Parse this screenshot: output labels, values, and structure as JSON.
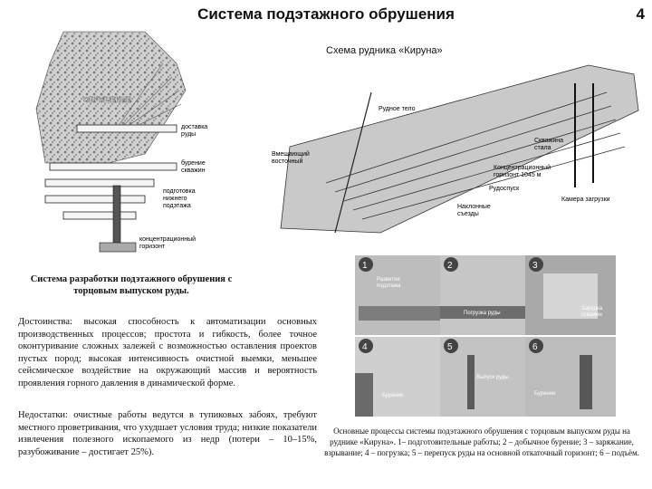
{
  "header": {
    "title": "Система подэтажного обрушения",
    "page_number": "4"
  },
  "scheme": {
    "title": "Схема рудника «Кируна»",
    "labels": {
      "ore_body": "Рудное тело",
      "waste_hanging": "Вмещающий\nвосточный",
      "drilling_fan": "Скважина\nстала",
      "conc_horizon": "Концентрационный\nгоризонт 1045 м",
      "ore_pass": "Рудоспуск",
      "ramps": "Наклонные\nсъезды",
      "loading_chamber": "Камера загрузки"
    }
  },
  "left_diagram": {
    "labels": {
      "caving": "ОБРУШЕНИЕ",
      "ore_loading": "доставка\nруды",
      "drilling": "бурение\nскважин",
      "prep": "подготовка\nнижнего\nподэтажа",
      "conc_horizon": "концентрационный\nгоризонт"
    },
    "caption": "Система разработки подэтажного обрушения с торцовым выпуском руды."
  },
  "text": {
    "advantages": "Достоинства: высокая способность к автоматизации основных производственных процессов; простота и гибкость, более точное оконтуривание сложных залежей с возможностью оставления проектов пустых пород; высокая интенсивность очистной выемки, меньшее сейсмическое воздействие на окружающий массив и вероятность проявления горного давления в динамической форме.",
    "disadvantages": "Недостатки: очистные работы ведутся в тупиковых забоях, требуют местного проветривания, что ухудшает условия труда; низкие показатели извлечения полезного ископаемого из недр (потери – 10–15%, разубоживание – достигает 25%)."
  },
  "panels": {
    "items": [
      {
        "num": "1",
        "label": "Развитие\nподэтажа"
      },
      {
        "num": "2",
        "label": "Погрузка руды"
      },
      {
        "num": "3",
        "label": "Зарядка\nскважин"
      },
      {
        "num": "4",
        "label": "Бурение"
      },
      {
        "num": "5",
        "label": "Выпуск руды"
      },
      {
        "num": "6",
        "label": "Бурение"
      }
    ],
    "caption": "Основные процессы системы подэтажного обрушения с торцовым выпуском руды на руднике «Кируна». 1– подготовительные работы; 2 – добычное бурение; 3 – заряжание, взрывание; 4 – погрузка; 5 – перепуск руды на основной откаточный горизонт; 6 – подъём."
  }
}
